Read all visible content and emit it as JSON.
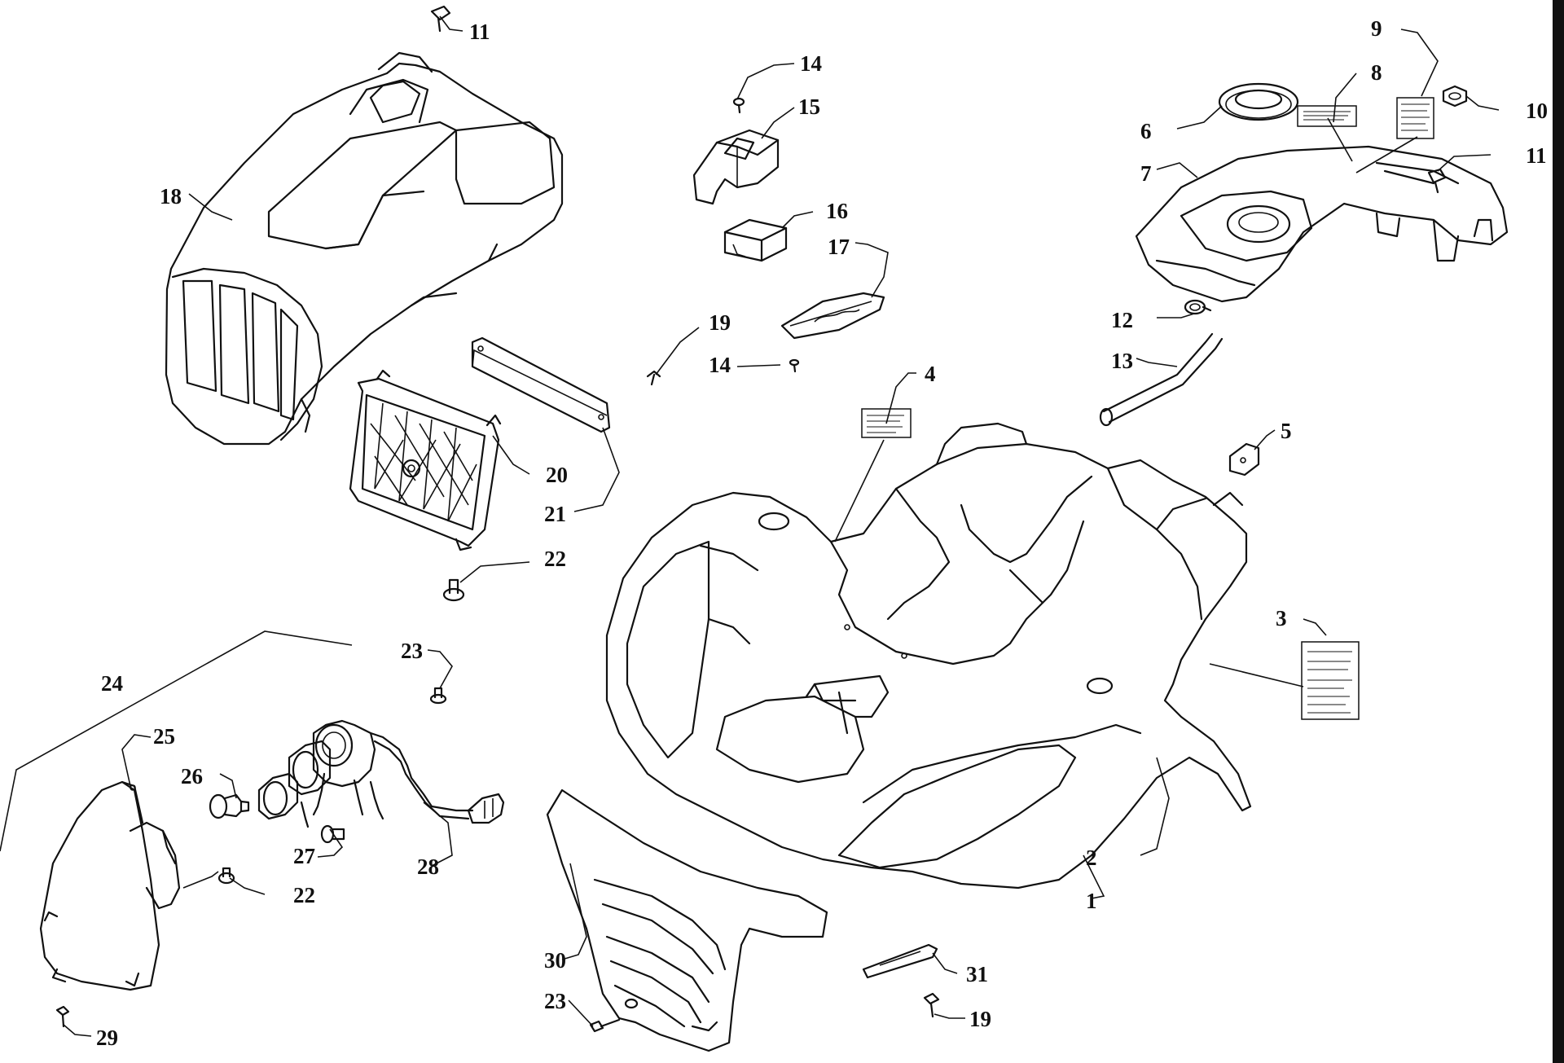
{
  "callouts": {
    "c1": "1",
    "c2": "2",
    "c3": "3",
    "c4": "4",
    "c5": "5",
    "c6": "6",
    "c7": "7",
    "c8": "8",
    "c9": "9",
    "c10": "10",
    "c11a": "11",
    "c11b": "11",
    "c12": "12",
    "c13": "13",
    "c14a": "14",
    "c14b": "14",
    "c15": "15",
    "c16": "16",
    "c17": "17",
    "c18": "18",
    "c19a": "19",
    "c19b": "19",
    "c20": "20",
    "c21": "21",
    "c22a": "22",
    "c22b": "22",
    "c23a": "23",
    "c23b": "23",
    "c24": "24",
    "c25": "25",
    "c26": "26",
    "c27": "27",
    "c28": "28",
    "c29": "29",
    "c30": "30",
    "c31": "31"
  }
}
